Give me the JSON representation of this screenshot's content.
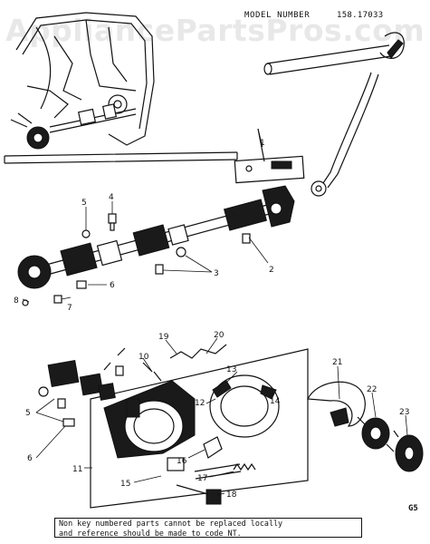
{
  "watermark": "AppliancePartsPros.com",
  "header": {
    "model_label": "MODEL NUMBER",
    "model_number": "158.17033"
  },
  "page_code": "G5",
  "footnote": {
    "line1": "Non key numbered parts cannot be replaced locally",
    "line2": "and reference should be made to code NT."
  },
  "callouts": {
    "c1": "1",
    "c2": "2",
    "c3": "3",
    "c4": "4",
    "c5": "5",
    "c5b": "5",
    "c6": "6",
    "c6b": "6",
    "c7": "7",
    "c8": "8",
    "c10": "10",
    "c11": "11",
    "c12": "12",
    "c13": "13",
    "c14": "14",
    "c15": "15",
    "c16": "16",
    "c17": "17",
    "c18": "18",
    "c19": "19",
    "c20": "20",
    "c21": "21",
    "c22": "22",
    "c23": "23"
  },
  "colors": {
    "ink": "#111111",
    "paper": "#ffffff"
  }
}
